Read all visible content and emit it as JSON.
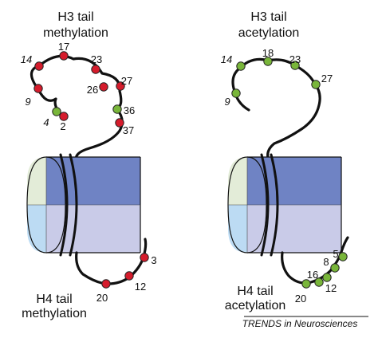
{
  "panels": [
    {
      "title_line1": "H3 tail",
      "title_line2": "methylation",
      "h3_sites": [
        {
          "label": "14",
          "state": "methylated",
          "italic": true
        },
        {
          "label": "17",
          "state": "methylated",
          "italic": false
        },
        {
          "label": "23",
          "state": "methylated",
          "italic": false
        },
        {
          "label": "26",
          "state": "methylated",
          "italic": false
        },
        {
          "label": "27",
          "state": "methylated",
          "italic": false
        },
        {
          "label": "36",
          "state": "acetylated",
          "italic": false
        },
        {
          "label": "37",
          "state": "methylated",
          "italic": false
        },
        {
          "label": "9",
          "state": "methylated",
          "italic": true
        },
        {
          "label": "4",
          "state": "acetylated",
          "italic": true
        },
        {
          "label": "2",
          "state": "methylated",
          "italic": false
        }
      ],
      "h4_title_line1": "H4 tail",
      "h4_title_line2": "methylation",
      "h4_sites": [
        {
          "label": "3",
          "state": "methylated"
        },
        {
          "label": "12",
          "state": "methylated"
        },
        {
          "label": "20",
          "state": "methylated"
        }
      ]
    },
    {
      "title_line1": "H3 tail",
      "title_line2": "acetylation",
      "h3_sites": [
        {
          "label": "14",
          "state": "acetylated",
          "italic": true
        },
        {
          "label": "18",
          "state": "acetylated",
          "italic": false
        },
        {
          "label": "23",
          "state": "acetylated",
          "italic": false
        },
        {
          "label": "27",
          "state": "acetylated",
          "italic": false
        },
        {
          "label": "9",
          "state": "acetylated",
          "italic": true
        }
      ],
      "h4_title_line1": "H4 tail",
      "h4_title_line2": "acetylation",
      "h4_sites": [
        {
          "label": "5",
          "state": "acetylated"
        },
        {
          "label": "8",
          "state": "acetylated"
        },
        {
          "label": "16",
          "state": "acetylated"
        },
        {
          "label": "12",
          "state": "acetylated"
        },
        {
          "label": "20",
          "state": "acetylated"
        }
      ]
    }
  ],
  "credit": "TRENDS in Neurosciences",
  "colors": {
    "methylated": "#d51c2c",
    "acetylated": "#79b63a",
    "marker_stroke": "#222222",
    "cylinder_top_front": "#6f83c4",
    "cylinder_top_back": "#5a70b8",
    "cylinder_bottom_front": "#c9cbe8",
    "cylinder_bottom_back": "#b7bade",
    "face_top": "#e3ecd8",
    "face_bottom": "#bcdbf3"
  },
  "icons": {
    "nucleosome": "nucleosome-cylinder-icon",
    "site": "modification-dot-icon"
  }
}
